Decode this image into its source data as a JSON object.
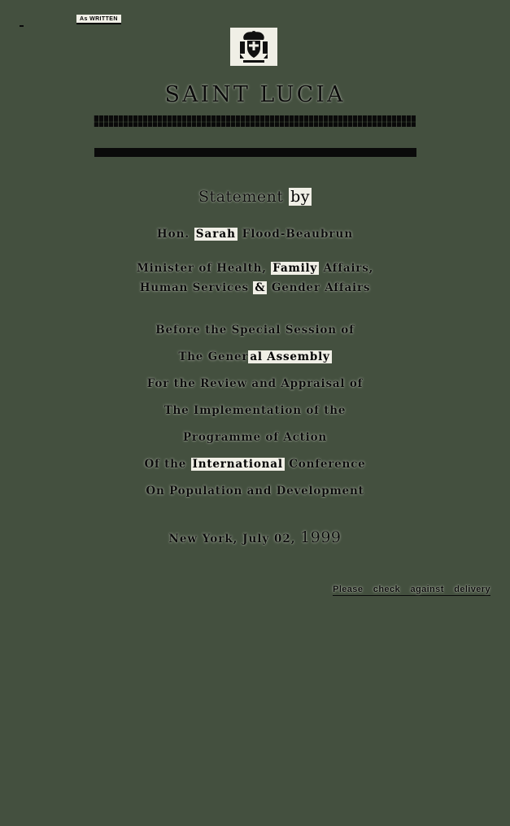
{
  "colors": {
    "background": "#44503f",
    "ink": "#0b0b0b",
    "highlight": "#f0efe6",
    "bar": "#0a0a0a"
  },
  "stamp": {
    "label": "As WRITTEN"
  },
  "header": {
    "title": "SAINT LUCIA"
  },
  "statement": {
    "pre": "Statement ",
    "hl": "by",
    "post": ""
  },
  "speaker": {
    "pre": "Hon. ",
    "hl": "Sarah",
    "post": " Flood-Beaubrun"
  },
  "minister_lines": [
    {
      "pre": "Minister of Health, ",
      "hl": "Family",
      "post": " Affairs,"
    },
    {
      "pre": "Human Services ",
      "hl": "&",
      "post": " Gender Affairs"
    }
  ],
  "body_lines": [
    {
      "pre": "Before the Special Session of",
      "hl": "",
      "post": ""
    },
    {
      "pre": "The Gener",
      "hl": "al Assembly",
      "post": ""
    },
    {
      "pre": "For the Review and Appraisal of",
      "hl": "",
      "post": ""
    },
    {
      "pre": "The Implementation of the",
      "hl": "",
      "post": ""
    },
    {
      "pre": "Programme of Action",
      "hl": "",
      "post": ""
    },
    {
      "pre": "Of the ",
      "hl": "International",
      "post": " Conference"
    },
    {
      "pre": "On Population and Development",
      "hl": "",
      "post": ""
    }
  ],
  "date_line": {
    "pre": "New York, July 02, ",
    "year": "1999"
  },
  "footer": {
    "notice": "Please check against delivery"
  }
}
